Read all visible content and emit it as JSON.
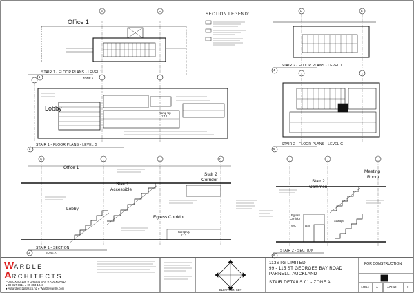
{
  "plans": {
    "stair1_level1": {
      "room": "Office 1",
      "title": "STAIR 1 - FLOOR PLANS - LEVEL 1",
      "zone": "ZONE A",
      "ref": "1"
    },
    "stair2_level1": {
      "title": "STAIR 2 - FLOOR PLANS - LEVEL 1",
      "ref": "4"
    },
    "stair1_levelg": {
      "room": "Lobby",
      "title": "STAIR 1 - FLOOR PLANS - LEVEL G",
      "ramp": "Ramp Up",
      "ratio": "1:12",
      "ref": "2"
    },
    "stair2_levelg": {
      "title": "STAIR 2 - FLOOR PLANS - LEVEL G",
      "ref": "5"
    }
  },
  "legend": {
    "title": "SECTION LEGEND:"
  },
  "sections": {
    "stair1": {
      "title": "STAIR 1 - SECTION",
      "zone": "ZONE A",
      "ref": "3",
      "labels": {
        "office": "Office 1",
        "stair1": "Stair 1",
        "accessible": "Accessible",
        "stair2": "Stair 2",
        "corridor": "Corridor",
        "lobby": "Lobby",
        "egress": "Egress Corridor",
        "ramp": "Ramp Up",
        "ratio": "1:12"
      }
    },
    "stair2": {
      "title": "STAIR 2 - SECTION",
      "ref": "6",
      "labels": {
        "meeting": "Meeting",
        "room": "Room",
        "stair2": "Stair 2",
        "common": "Common",
        "egress": "Egress",
        "corridor": "Corridor",
        "wc": "WC",
        "hall": "Hall",
        "storage": "Storage"
      }
    }
  },
  "grid": [
    "A",
    "B",
    "C",
    "D",
    "E",
    "F"
  ],
  "title_block": {
    "logo_letter_1": "W",
    "logo_word_1": "ARDLE",
    "logo_letter_2": "A",
    "logo_word_2": "RCHITECTS",
    "contact_line_1": "PO BOX 80-106  ●  GREEN BAY  ●  AUCKLAND",
    "contact_line_2": "● 09 817 8611          ● 09 303 1048",
    "contact_line_3": "● AWardle@2plots.co.nz    ● Wardlewardle.com",
    "client": "113STG LIMITED",
    "address_1": "99 - 115 ST GEORGES BAY ROAD",
    "address_2": "PARNELL, AUCKLAND",
    "drawing_title": "STAIR DETAILS 01 - ZONE A",
    "elevation_key": "ELEVATION KEY",
    "status": "FOR CONSTRUCTION",
    "job_no": "14054",
    "size": "A",
    "sheet_no": "A70-10",
    "revision": "0"
  },
  "colors": {
    "ink": "#111111",
    "logo_accent": "#d22222"
  }
}
